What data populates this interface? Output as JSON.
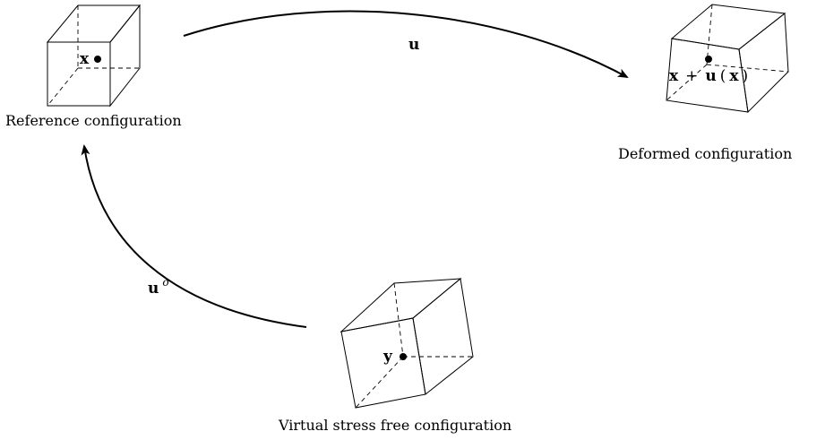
{
  "configurations": {
    "reference": {
      "caption": "Reference configuration",
      "point_label": "x"
    },
    "deformed": {
      "caption": "Deformed configuration",
      "point_label_x": "x",
      "point_label_plus": "+",
      "point_label_u": "u",
      "point_label_open": "(",
      "point_label_arg": "x",
      "point_label_close": ")"
    },
    "virtual": {
      "caption": "Virtual stress free configuration",
      "point_label": "y"
    }
  },
  "maps": {
    "u": {
      "label": "u"
    },
    "u0": {
      "label": "u",
      "superscript": "o"
    }
  }
}
